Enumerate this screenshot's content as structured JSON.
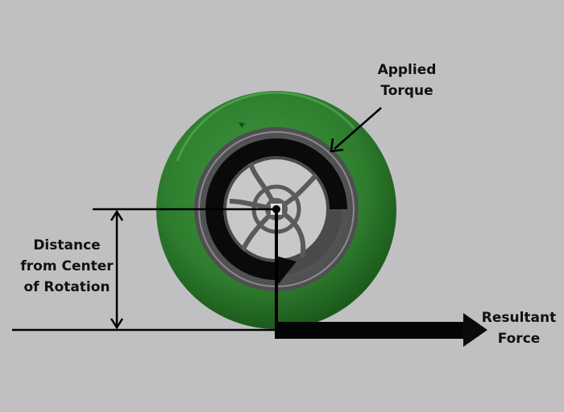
{
  "diagram": {
    "title": "Wheel torque to resultant force diagram",
    "labels": {
      "applied_torque": "Applied\nTorque",
      "distance": "Distance\nfrom Center\nof Rotation",
      "resultant_force": "Resultant\nForce"
    },
    "colors": {
      "background": "#c0c0c2",
      "tire": "#2e7d2e",
      "tire_dark": "#1e5a1e",
      "tire_highlight": "#5fb05f",
      "rim": "#5a5a5c",
      "rim_light": "#7a7a7c",
      "arrows": "#0a0a0a"
    }
  }
}
